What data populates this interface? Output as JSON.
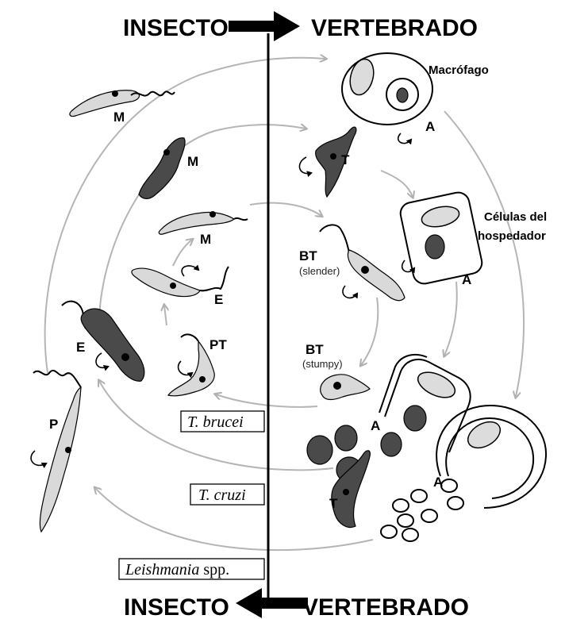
{
  "header": {
    "top_left": "INSECTO",
    "top_right": "VERTEBRADO",
    "bottom_left": "INSECTO",
    "bottom_right": "VERTEBRADO"
  },
  "labels": {
    "macrophage": "Macrófago",
    "host_cells_line1": "Células del",
    "host_cells_line2": "hospedador"
  },
  "stages": {
    "M_outer": "M",
    "M_middle": "M",
    "M_inner": "M",
    "E_inner": "E",
    "E_middle": "E",
    "PT": "PT",
    "P": "P",
    "T_top": "T",
    "BT_slender": "BT",
    "slender": "(slender)",
    "BT_stumpy": "BT",
    "stumpy": "(stumpy)",
    "T_bottom": "T",
    "A_macrophage": "A",
    "A_host": "A",
    "A_bottom": "A",
    "A_cluster": "A"
  },
  "species": {
    "t_brucei": "T. brucei",
    "t_cruzi": "T. cruzi",
    "leishmania_italic": "Leishmania",
    "leishmania_suffix": " spp."
  }
}
